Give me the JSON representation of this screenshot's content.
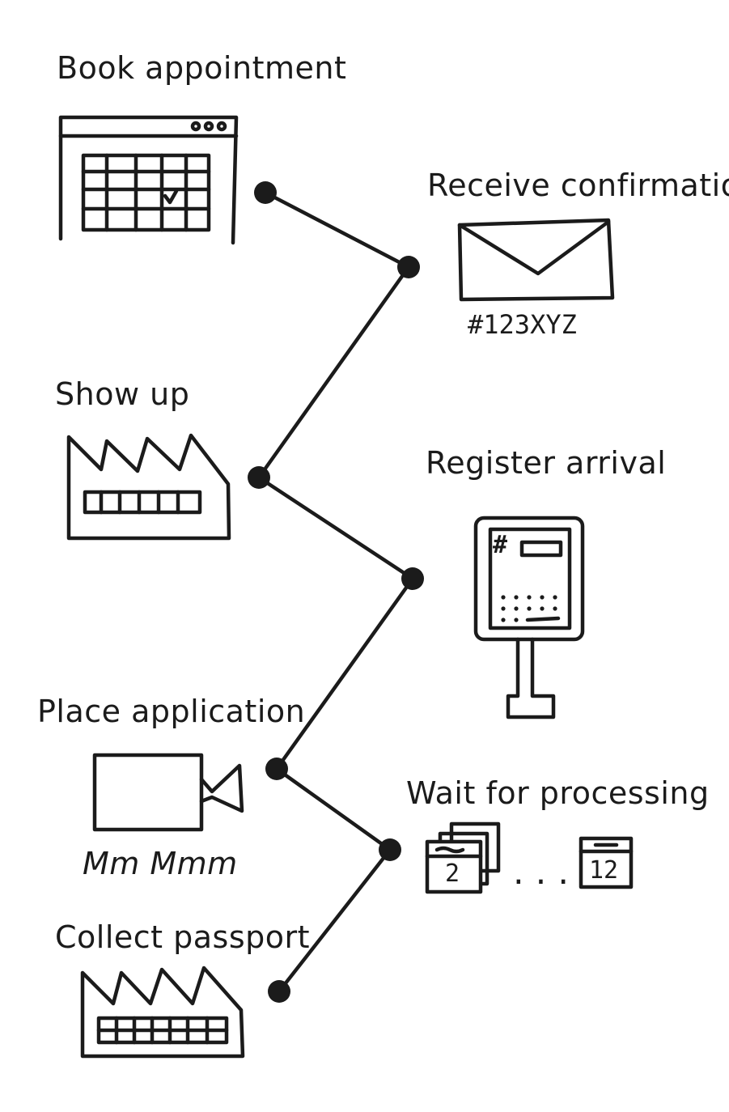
{
  "steps": [
    {
      "label": "Book appointment",
      "icon": "calendar-browser-icon"
    },
    {
      "label": "Receive confirmation",
      "icon": "envelope-icon",
      "caption": "#123XYZ"
    },
    {
      "label": "Show up",
      "icon": "building-icon"
    },
    {
      "label": "Register arrival",
      "icon": "kiosk-icon",
      "kiosk_symbol": "#"
    },
    {
      "label": "Place application",
      "icon": "camera-icon",
      "caption": "Mm Mmm"
    },
    {
      "label": "Wait for processing",
      "icon": "calendar-stack-icon",
      "day_start": "2",
      "ellipsis": "...",
      "day_end": "12"
    },
    {
      "label": "Collect passport",
      "icon": "building-icon"
    }
  ]
}
